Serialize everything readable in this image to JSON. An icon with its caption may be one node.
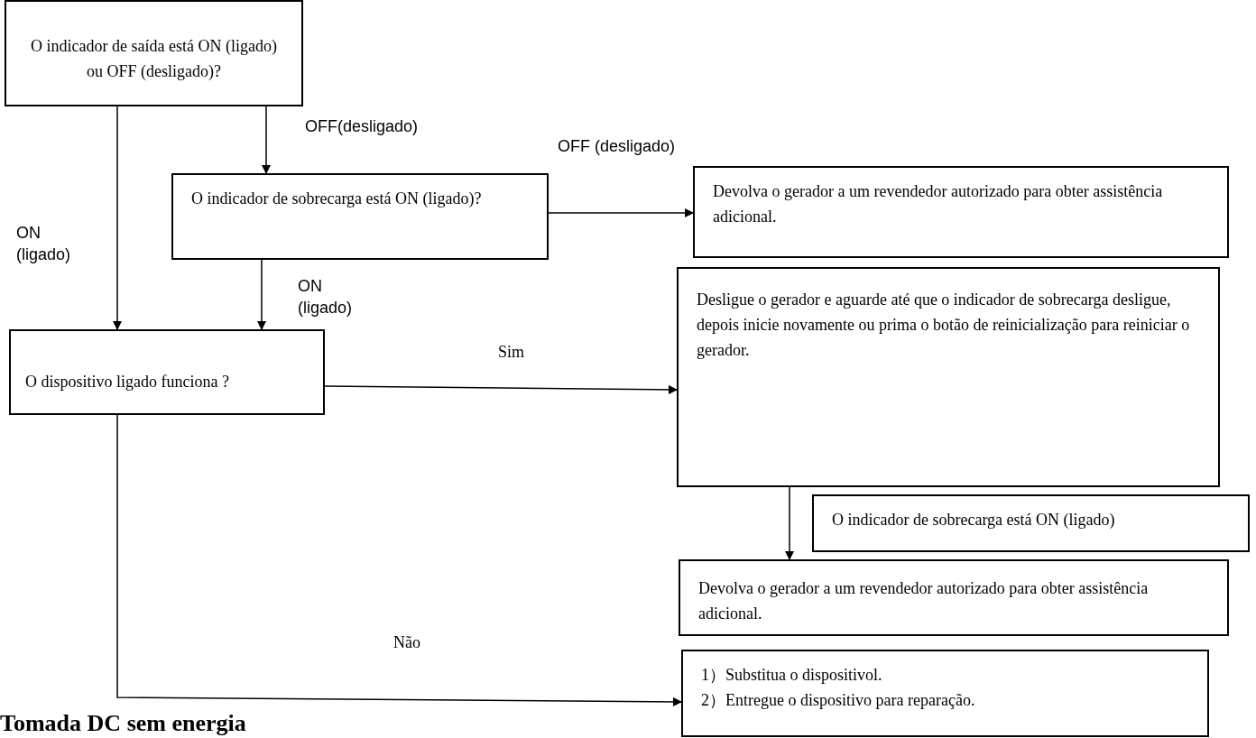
{
  "diagram": {
    "nodes": [
      {
        "text": [
          "O indicador de saída está ON (ligado) ou OFF (desligado)?"
        ]
      },
      {
        "text": [
          "O indicador de sobrecarga está ON (ligado)?"
        ]
      },
      {
        "text": [
          "Devolva o gerador a um revendedor autorizado para obter assistência adicional."
        ]
      },
      {
        "text": [
          "Desligue o gerador e aguarde até que o indicador de sobrecarga desligue, depois inicie novamente ou prima o botão de reinicialização para reiniciar o gerador."
        ]
      },
      {
        "text": [
          "O dispositivo ligado funciona ?"
        ]
      },
      {
        "text": [
          "O indicador de sobrecarga está ON (ligado)"
        ]
      },
      {
        "text": [
          "Devolva o gerador a um revendedor autorizado para obter assistência adicional."
        ]
      },
      {
        "text": [
          "1）Substitua o dispositivol.",
          "2）Entregue o dispositivo para reparação."
        ]
      }
    ],
    "edges": [
      {
        "from": 0,
        "to": 1,
        "arrow": "to",
        "label": "OFF(desligado)"
      },
      {
        "from": 0,
        "to": 4,
        "arrow": "to",
        "label": "ON (ligado)"
      },
      {
        "from": 1,
        "to": 2,
        "arrow": "to",
        "label": "OFF (desligado)"
      },
      {
        "from": 1,
        "to": 4,
        "arrow": "to",
        "label": "ON (ligado)"
      },
      {
        "from": 4,
        "to": 3,
        "arrow": "to",
        "label": "Sim"
      },
      {
        "from": 3,
        "to": 6,
        "arrow": "to"
      },
      {
        "from": 4,
        "to": 7,
        "arrow": "to",
        "label": "Não"
      }
    ],
    "labels": [
      "Tomada DC sem energia"
    ]
  }
}
